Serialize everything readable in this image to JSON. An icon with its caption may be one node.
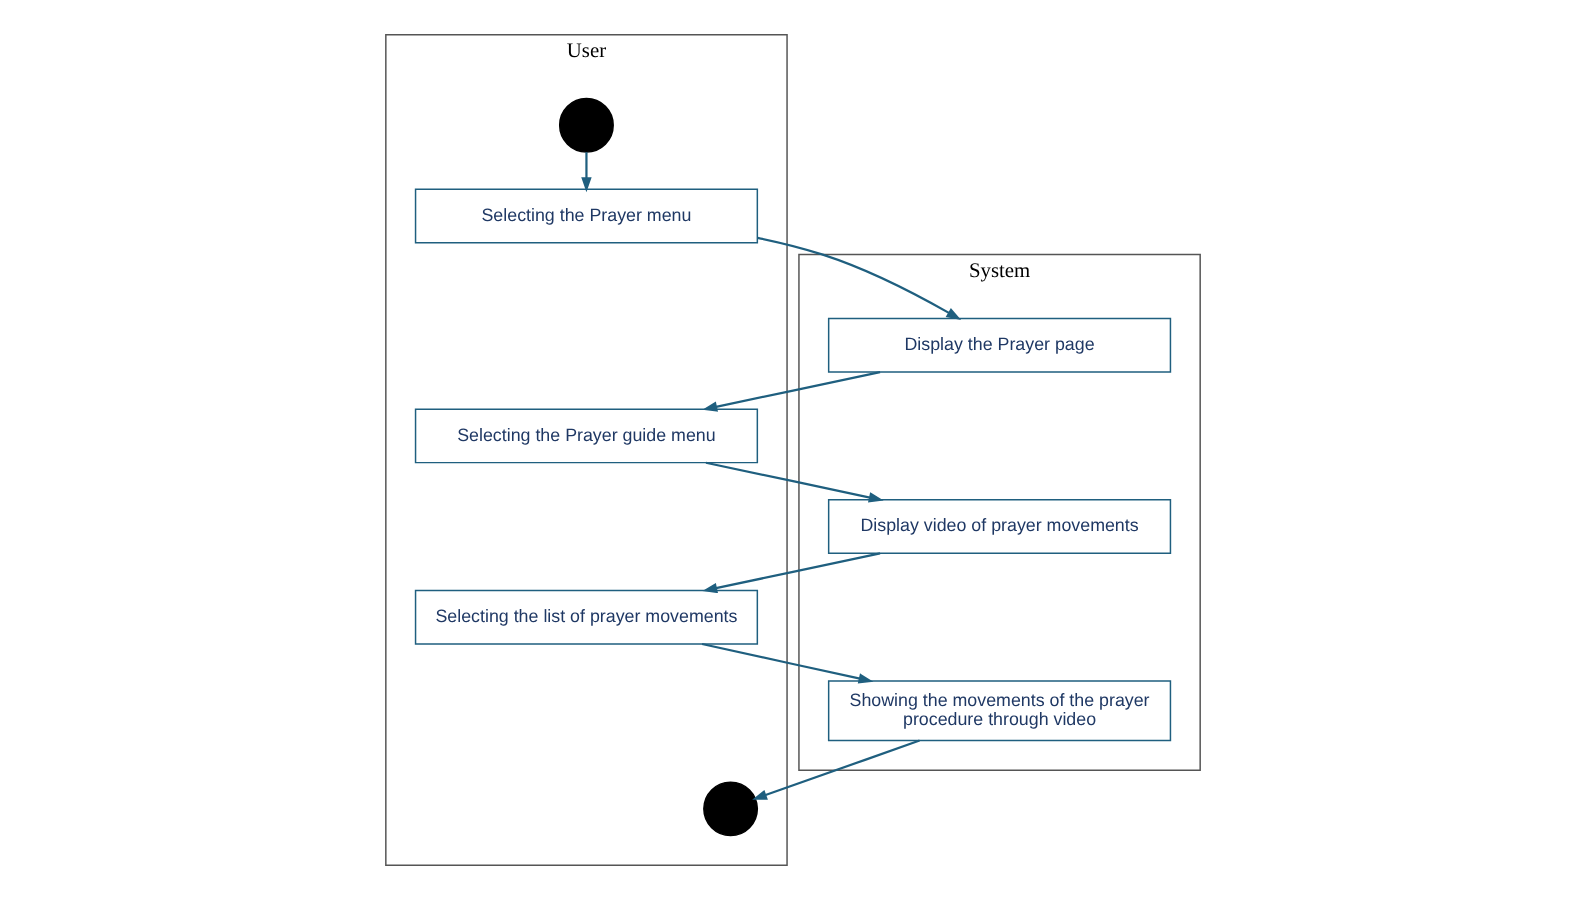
{
  "diagram": {
    "nodes": [
      {
        "text": [
          "User"
        ]
      },
      {
        "text": [
          "System"
        ]
      },
      {
        "text": [],
        "shape": "circle",
        "in": 0
      },
      {
        "text": [
          "Selecting the Prayer menu"
        ],
        "in": 0
      },
      {
        "text": [
          "Display the Prayer page"
        ],
        "in": 1
      },
      {
        "text": [
          "Selecting the Prayer guide menu"
        ],
        "in": 0
      },
      {
        "text": [
          "Display video of prayer movements"
        ],
        "in": 1
      },
      {
        "text": [
          "Selecting the list of prayer movements"
        ],
        "in": 0
      },
      {
        "text": [
          "Showing the movements of the prayer procedure through video"
        ],
        "in": 1
      },
      {
        "text": [],
        "shape": "circle",
        "in": 0
      }
    ],
    "edges": [
      {
        "from": 2,
        "to": 3,
        "arrow": "to"
      },
      {
        "from": 3,
        "to": 4,
        "arrow": "to"
      },
      {
        "from": 4,
        "to": 5,
        "arrow": "to"
      },
      {
        "from": 5,
        "to": 6,
        "arrow": "to"
      },
      {
        "from": 6,
        "to": 7,
        "arrow": "to"
      },
      {
        "from": 7,
        "to": 8,
        "arrow": "to"
      },
      {
        "from": 8,
        "to": 9,
        "arrow": "to"
      }
    ]
  }
}
